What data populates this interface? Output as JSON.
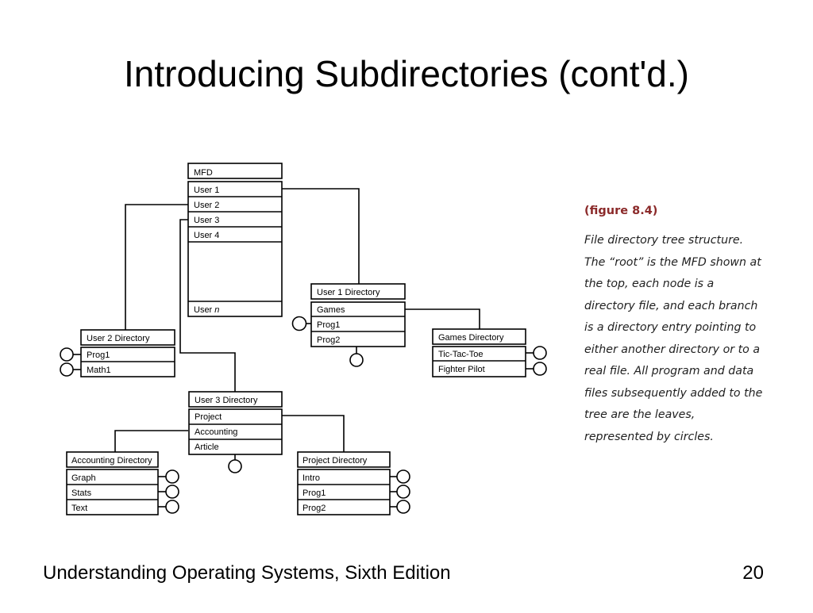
{
  "slide": {
    "title": "Introducing Subdirectories (cont'd.)",
    "footer_left": "Understanding Operating Systems, Sixth Edition",
    "page_number": "20"
  },
  "figure": {
    "label": "(figure 8.4)",
    "caption": "File directory tree structure. The “root” is the MFD shown at the top, each node is a directory file, and each branch is a directory entry pointing to either another directory or to a real file. All program and data files subsequently added to the tree are the leaves, represented by circles."
  },
  "diagram": {
    "mfd": {
      "header": "MFD",
      "entries": [
        "User 1",
        "User 2",
        "User 3",
        "User 4"
      ],
      "last_entry_prefix": "User ",
      "last_entry_var": "n"
    },
    "user1": {
      "header": "User 1 Directory",
      "entries": [
        "Games",
        "Prog1",
        "Prog2"
      ]
    },
    "user2": {
      "header": "User 2 Directory",
      "entries": [
        "Prog1",
        "Math1"
      ]
    },
    "user3": {
      "header": "User 3 Directory",
      "entries": [
        "Project",
        "Accounting",
        "Article"
      ]
    },
    "games": {
      "header": "Games Directory",
      "entries": [
        "Tic-Tac-Toe",
        "Fighter Pilot"
      ]
    },
    "accounting": {
      "header": "Accounting Directory",
      "entries": [
        "Graph",
        "Stats",
        "Text"
      ]
    },
    "project": {
      "header": "Project Directory",
      "entries": [
        "Intro",
        "Prog1",
        "Prog2"
      ]
    }
  }
}
